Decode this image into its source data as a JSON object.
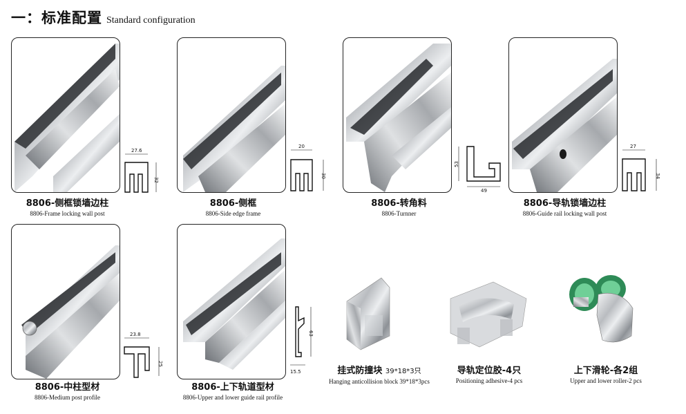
{
  "header": {
    "title_cn": "一：标准配置",
    "title_en": "Standard configuration"
  },
  "products": [
    {
      "title": "8806-侧框锁墙边柱",
      "subtitle": "8806-Frame locking wall post",
      "dims": [
        "27.6",
        "32"
      ]
    },
    {
      "title": "8806-侧框",
      "subtitle": "8806-Side edge frame",
      "dims": [
        "20",
        "30"
      ]
    },
    {
      "title": "8806-转角料",
      "subtitle": "8806-Turnner",
      "dims": [
        "53",
        "49"
      ]
    },
    {
      "title": "8806-导轨锁墙边柱",
      "subtitle": "8806-Guide rail locking wall post",
      "dims": [
        "27",
        "34"
      ]
    },
    {
      "title": "8806-中柱型材",
      "subtitle": "8806-Medium post profile",
      "dims": [
        "23.8",
        "25"
      ]
    },
    {
      "title": "8806-上下轨道型材",
      "subtitle": "8806-Upper and lower guide rail profile",
      "dims": [
        "63",
        "15.5"
      ]
    }
  ],
  "accessories": [
    {
      "title": "挂式防撞块",
      "title_extra": "39*18*3只",
      "subtitle": "Hanging anticollision block 39*18*3pcs"
    },
    {
      "title": "导轨定位胶-4只",
      "subtitle": "Positioning adhesive-4 pcs"
    },
    {
      "title": "上下滑轮-各2组",
      "subtitle": "Upper and lower roller-2 pcs"
    }
  ]
}
